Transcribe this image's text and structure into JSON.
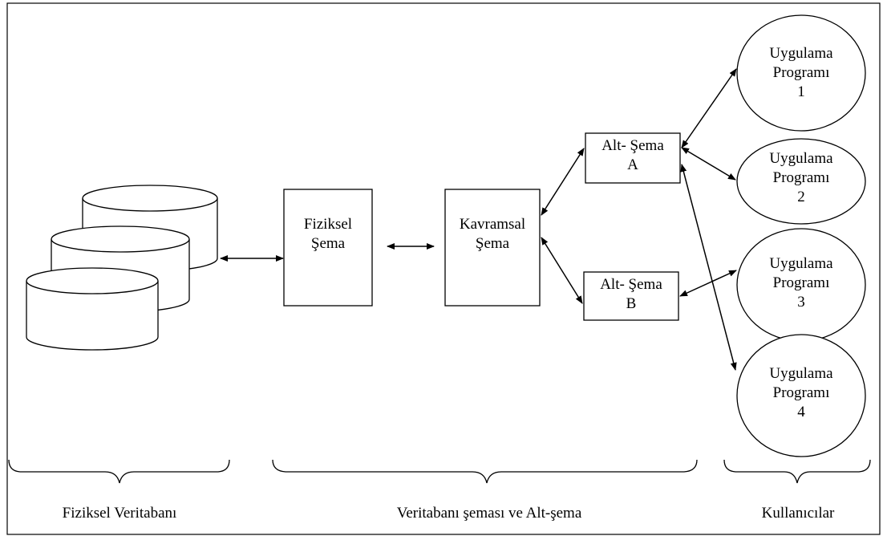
{
  "labels": {
    "fiziksel_sema": [
      "Fiziksel",
      "Şema"
    ],
    "kavramsal_sema": [
      "Kavramsal",
      "Şema"
    ],
    "alt_sema_a": [
      "Alt- Şema",
      "A"
    ],
    "alt_sema_b": [
      "Alt- Şema",
      "B"
    ],
    "programs": [
      [
        "Uygulama",
        "Programı",
        "1"
      ],
      [
        "Uygulama",
        "Programı",
        "2"
      ],
      [
        "Uygulama",
        "Programı",
        "3"
      ],
      [
        "Uygulama",
        "Programı",
        "4"
      ]
    ]
  },
  "sections": {
    "physical": "Fiziksel Veritabanı",
    "schema": "Veritabanı şeması ve Alt-şema",
    "users": "Kullanıcılar"
  }
}
